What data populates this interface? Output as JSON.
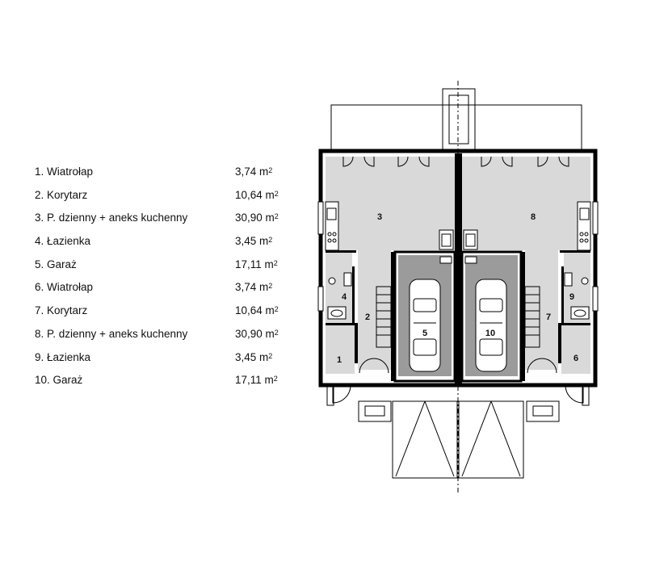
{
  "legend": [
    {
      "label": "1. Wiatrołap",
      "value": "3,74 m",
      "unit_sup": "2"
    },
    {
      "label": "2. Korytarz",
      "value": "10,64 m",
      "unit_sup": "2"
    },
    {
      "label": "3. P. dzienny + aneks kuchenny",
      "value": "30,90 m",
      "unit_sup": "2"
    },
    {
      "label": "4. Łazienka",
      "value": "3,45 m",
      "unit_sup": "2"
    },
    {
      "label": "5. Garaż",
      "value": "17,11 m",
      "unit_sup": "2"
    },
    {
      "label": "6. Wiatrołap",
      "value": "3,74 m",
      "unit_sup": "2"
    },
    {
      "label": "7. Korytarz",
      "value": "10,64 m",
      "unit_sup": "2"
    },
    {
      "label": "8. P. dzienny + aneks kuchenny",
      "value": "30,90 m",
      "unit_sup": "2"
    },
    {
      "label": "9. Łazienka",
      "value": "3,45 m",
      "unit_sup": "2"
    },
    {
      "label": "10. Garaż",
      "value": "17,11 m",
      "unit_sup": "2"
    }
  ],
  "rooms": {
    "r1": "1",
    "r2": "2",
    "r3": "3",
    "r4": "4",
    "r5": "5",
    "r6": "6",
    "r7": "7",
    "r8": "8",
    "r9": "9",
    "r10": "10"
  },
  "colors": {
    "room_fill": "#d9d9d9",
    "garage_fill": "#9b9b9b",
    "wall": "#000000"
  }
}
